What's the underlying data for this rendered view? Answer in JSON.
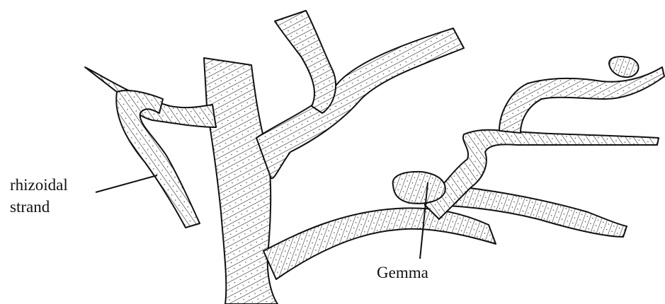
{
  "labels": {
    "rhizoidal_line1": "rhizoidal",
    "rhizoidal_line2": "strand",
    "gemma": "Gemma"
  },
  "colors": {
    "ink": "#111111",
    "background": "#ffffff"
  }
}
